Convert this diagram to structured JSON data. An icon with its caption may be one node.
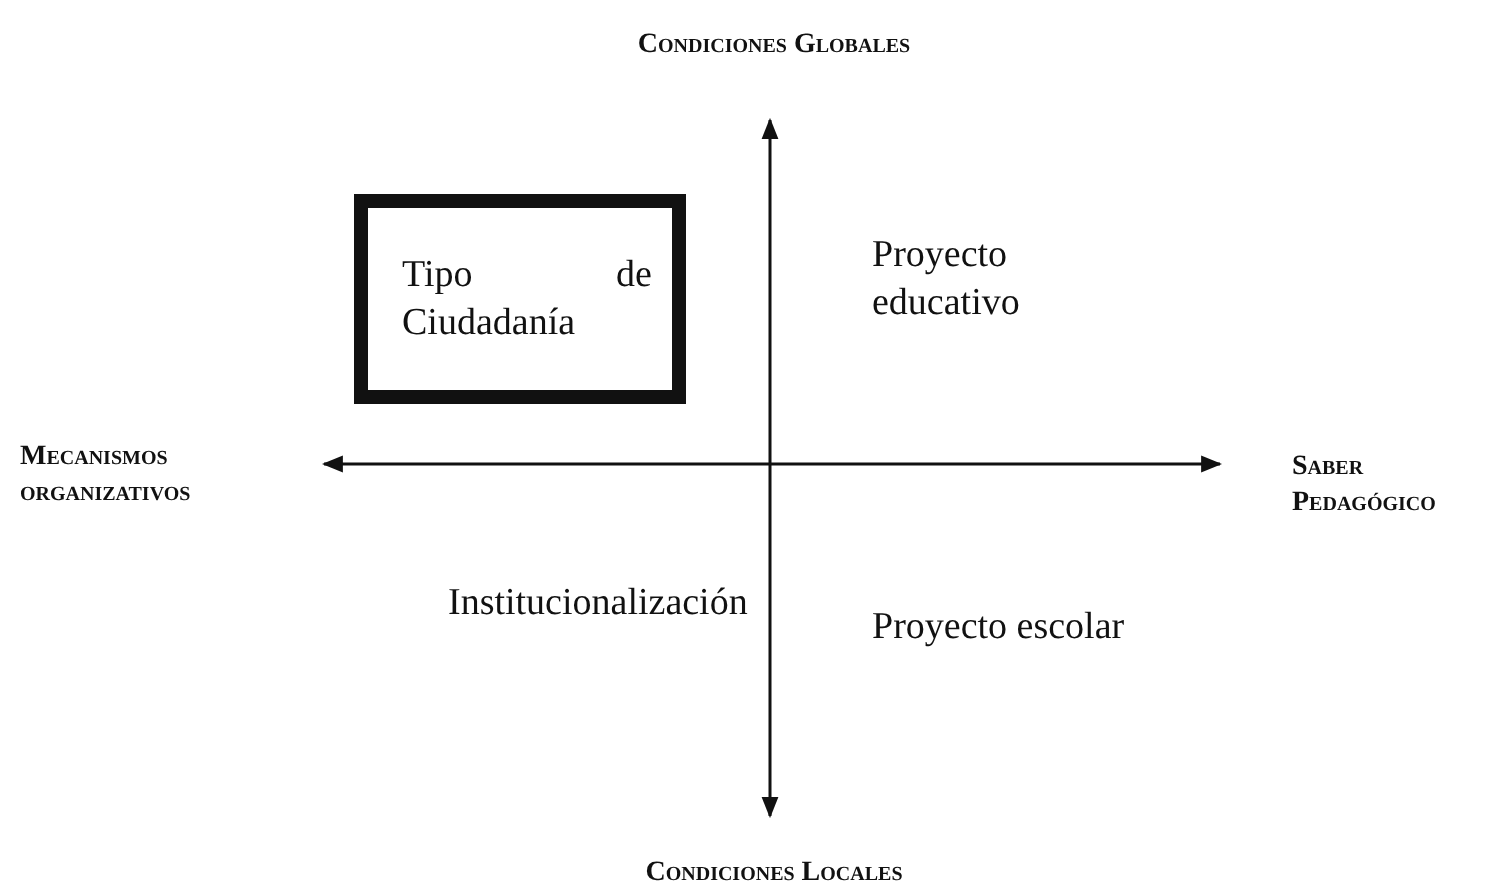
{
  "diagram": {
    "nodes": [
      {
        "text": [
          "Tipo de Ciudadanía"
        ]
      }
    ],
    "labels": [
      "Condiciones Globales",
      "Proyecto educativo",
      "Mecanismos organizativos",
      "Saber Pedagógico",
      "Institucionalización",
      "Proyecto escolar",
      "Condiciones Locales"
    ]
  }
}
